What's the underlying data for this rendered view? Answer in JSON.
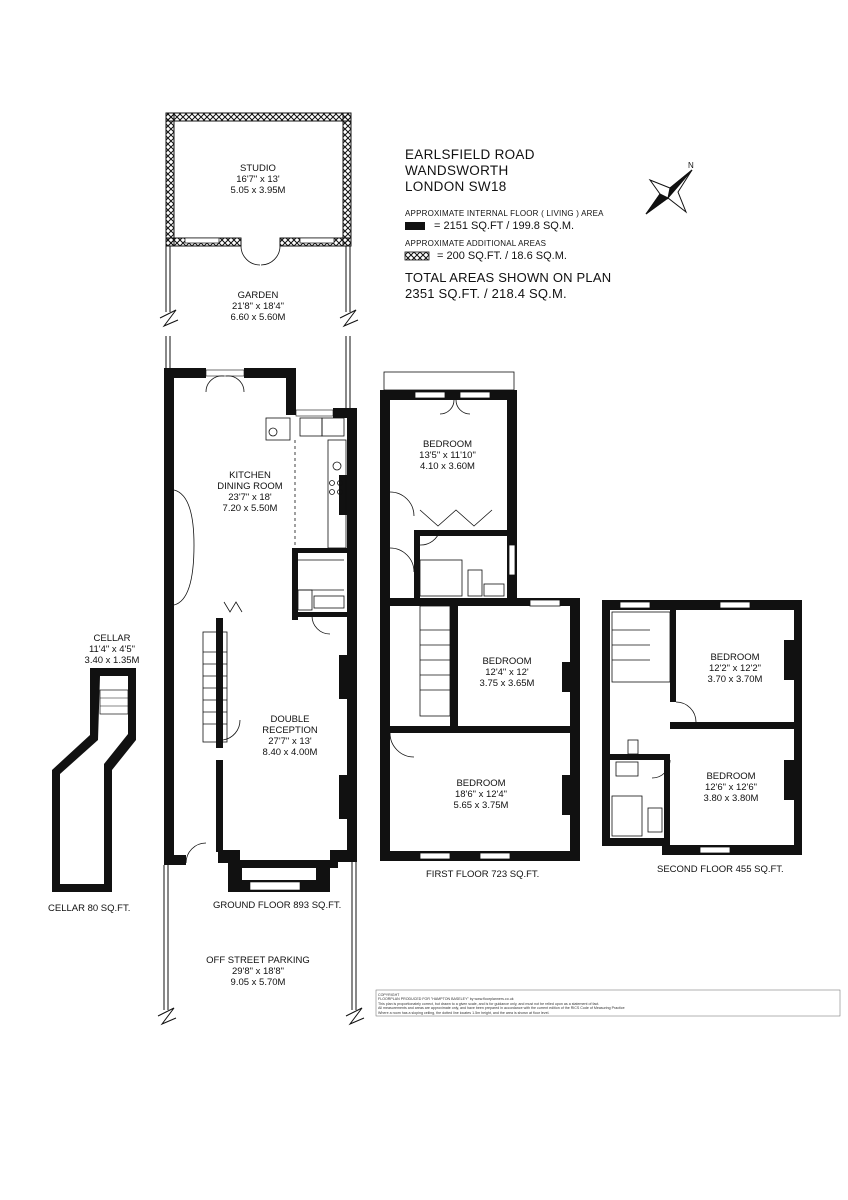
{
  "header": {
    "address_line1": "EARLSFIELD ROAD",
    "address_line2": "WANDSWORTH",
    "address_line3": "LONDON SW18"
  },
  "areas": {
    "internal_label": "APPROXIMATE INTERNAL FLOOR ( LIVING ) AREA",
    "internal_value": "= 2151 SQ.FT / 199.8 SQ.M.",
    "additional_label": "APPROXIMATE ADDITIONAL AREAS",
    "additional_value": "= 200 SQ.FT. / 18.6 SQ.M.",
    "total_label": "TOTAL AREAS SHOWN ON PLAN",
    "total_value": "2351 SQ.FT. / 218.4 SQ.M."
  },
  "compass": {
    "label": "N"
  },
  "rooms": {
    "studio": {
      "name": "STUDIO",
      "imperial": "16'7\" x 13'",
      "metric": "5.05 x 3.95M"
    },
    "garden": {
      "name": "GARDEN",
      "imperial": "21'8\" x 18'4\"",
      "metric": "6.60 x 5.60M"
    },
    "kitchen": {
      "name1": "KITCHEN",
      "name2": "DINING ROOM",
      "imperial": "23'7\" x 18'",
      "metric": "7.20 x 5.50M"
    },
    "reception": {
      "name1": "DOUBLE",
      "name2": "RECEPTION",
      "imperial": "27'7\" x 13'",
      "metric": "8.40 x 4.00M"
    },
    "parking": {
      "name": "OFF STREET PARKING",
      "imperial": "29'8\" x 18'8\"",
      "metric": "9.05 x 5.70M"
    },
    "cellar": {
      "name": "CELLAR",
      "imperial": "11'4\" x 4'5\"",
      "metric": "3.40 x 1.35M"
    },
    "ff_bed_rear": {
      "name": "BEDROOM",
      "imperial": "13'5\" x 11'10\"",
      "metric": "4.10 x 3.60M"
    },
    "ff_bed_mid": {
      "name": "BEDROOM",
      "imperial": "12'4\" x 12'",
      "metric": "3.75 x 3.65M"
    },
    "ff_bed_front": {
      "name": "BEDROOM",
      "imperial": "18'6\" x 12'4\"",
      "metric": "5.65 x 3.75M"
    },
    "sf_bed_rear": {
      "name": "BEDROOM",
      "imperial": "12'2\" x 12'2\"",
      "metric": "3.70 x 3.70M"
    },
    "sf_bed_front": {
      "name": "BEDROOM",
      "imperial": "12'6\" x 12'6\"",
      "metric": "3.80 x 3.80M"
    }
  },
  "floors": {
    "cellar": "CELLAR 80 SQ.FT.",
    "ground": "GROUND FLOOR 893 SQ.FT.",
    "first": "FIRST FLOOR 723 SQ.FT.",
    "second": "SECOND FLOOR 455 SQ.FT."
  },
  "copyright": {
    "line1": "COPYRIGHT",
    "line2": "FLOORPLAN PRODUCED FOR \"HAMPTON BASELEY\" by www.floorplanners.co.uk",
    "line3": "This plan is proportionately correct, but drawn to a given scale, and is for guidance only, and must not be relied upon as a statement of fact.",
    "line4": "All measurements and areas are approximate only, and have been prepared in accordance with the current edition of the RICS Code of Measuring Practice",
    "line5": "Where a room has a sloping ceiling, the dotted line locates 1.5m height, and the area is shown at floor level."
  }
}
